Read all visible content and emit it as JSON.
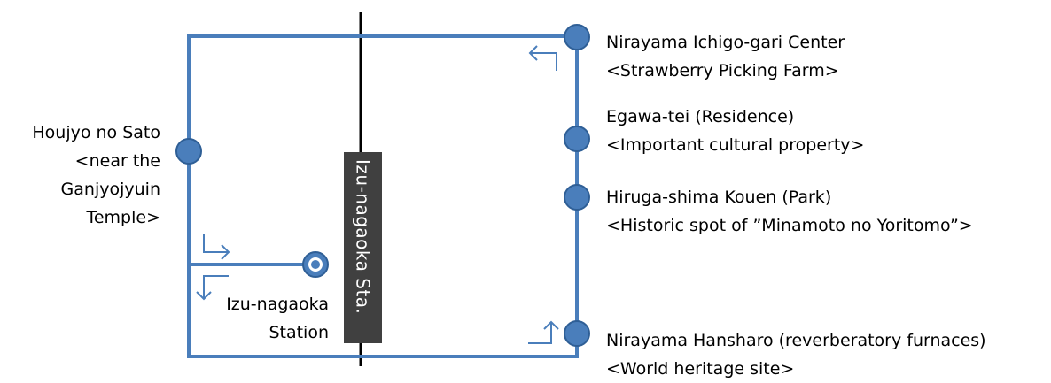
{
  "colors": {
    "route": "#4a7ebb",
    "stop_fill": "#4a7ebb",
    "stop_stroke": "#2f5f96",
    "rail": "#000000",
    "station_box": "#404040",
    "station_text": "#ffffff"
  },
  "station_box": {
    "label": "Izu-nagaoka Sta."
  },
  "stops": {
    "ichigo": {
      "line1": "Nirayama Ichigo-gari Center",
      "line2": "<Strawberry Picking Farm>"
    },
    "egawa": {
      "line1": "Egawa-tei (Residence)",
      "line2": "<Important cultural property>"
    },
    "hiruga": {
      "line1": "Hiruga-shima Kouen (Park)",
      "line2": "<Historic spot of ”Minamoto no Yoritomo”>"
    },
    "hansharo": {
      "line1": "Nirayama Hansharo (reverberatory furnaces)",
      "line2": "<World heritage site>"
    },
    "houjyo": {
      "line1": "Houjyo no Sato",
      "line2": "<near the",
      "line3": "Ganjyojyuin",
      "line4": "Temple>"
    },
    "station": {
      "line1": "Izu-nagaoka",
      "line2": "Station"
    }
  },
  "icons": {
    "stop": "filled-circle-icon",
    "terminal": "ring-circle-icon",
    "direction": "bent-arrow-icon"
  }
}
